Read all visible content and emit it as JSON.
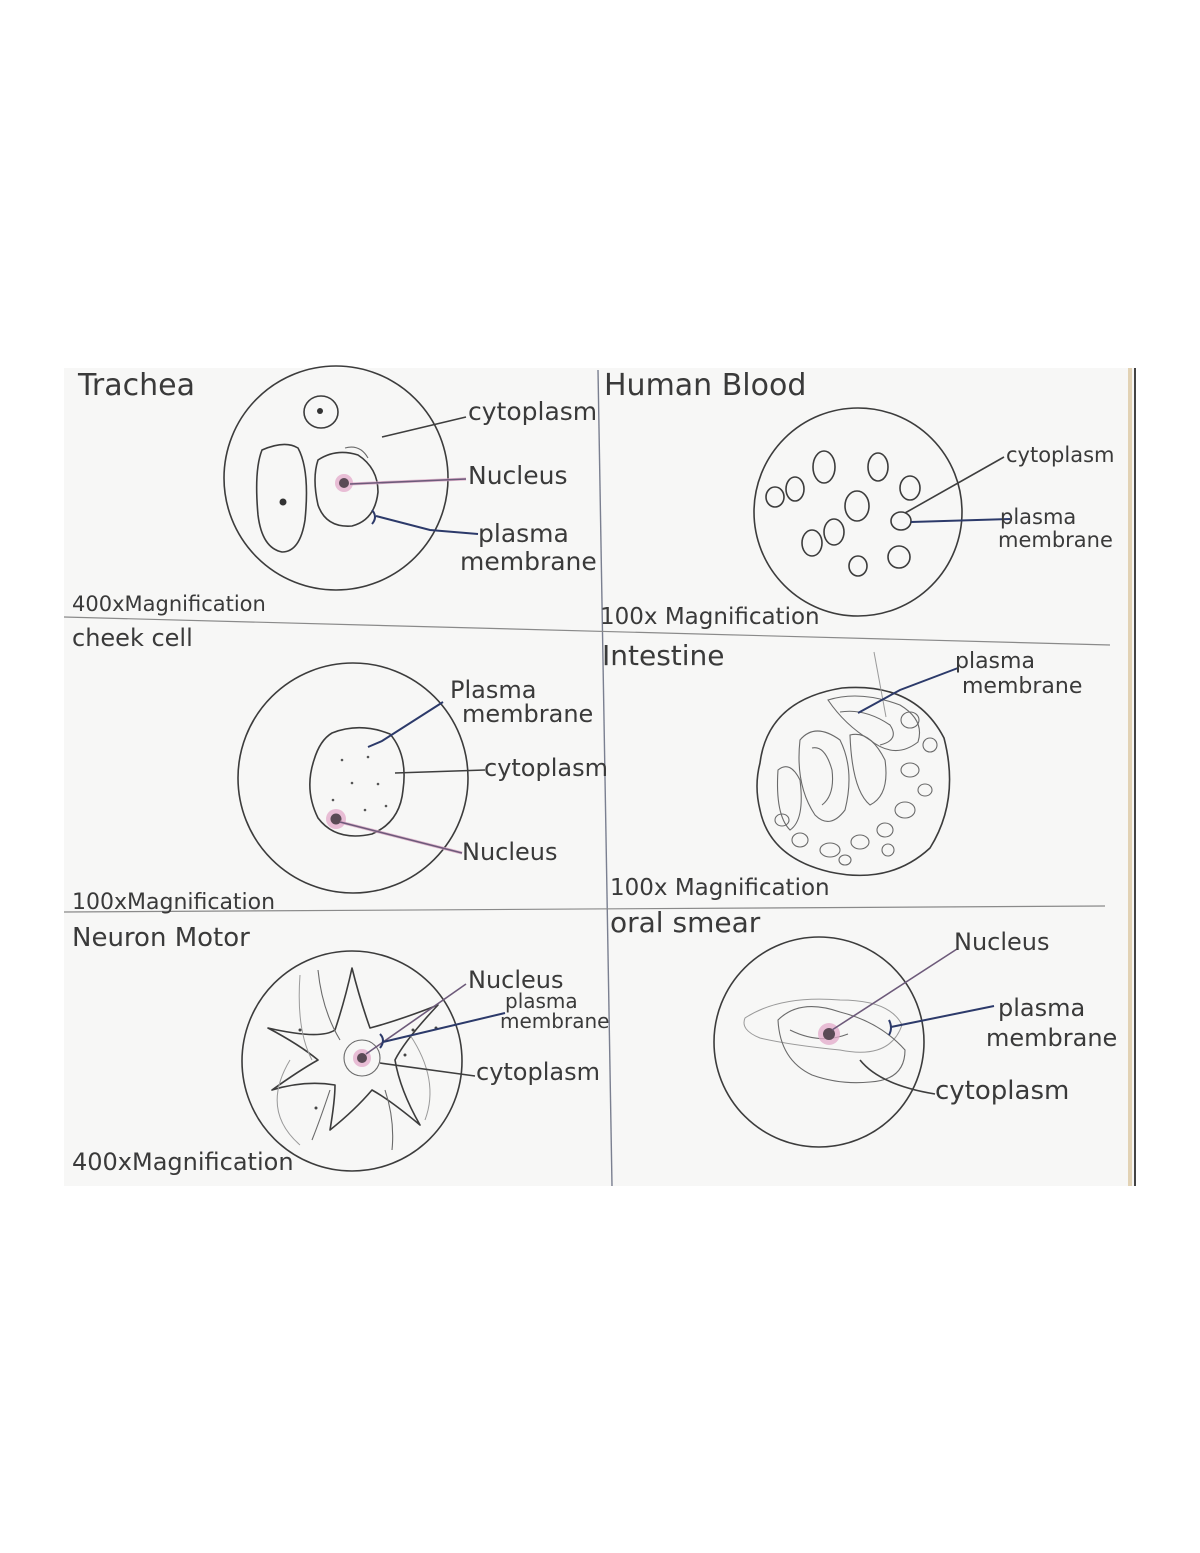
{
  "panels": [
    {
      "id": "trachea",
      "title": "Trachea",
      "magnification": "400xMagnification",
      "labels": {
        "cytoplasm": "cytoplasm",
        "nucleus": "Nucleus",
        "membrane_1": "plasma",
        "membrane_2": "membrane"
      }
    },
    {
      "id": "human-blood",
      "title": "Human Blood",
      "magnification": "100x Magnification",
      "labels": {
        "cytoplasm": "cytoplasm",
        "membrane_1": "plasma",
        "membrane_2": "membrane"
      }
    },
    {
      "id": "cheek-cell",
      "title": "cheek cell",
      "magnification": "100xMagnification",
      "labels": {
        "membrane_1": "Plasma",
        "membrane_2": "membrane",
        "cytoplasm": "cytoplasm",
        "nucleus": "Nucleus"
      }
    },
    {
      "id": "intestine",
      "title": "Intestine",
      "magnification": "100x Magnification",
      "labels": {
        "membrane_1": "plasma",
        "membrane_2": "membrane"
      }
    },
    {
      "id": "neuron-motor",
      "title": "Neuron Motor",
      "magnification": "400xMagnification",
      "labels": {
        "nucleus": "Nucleus",
        "membrane_1": "plasma",
        "membrane_2": "membrane",
        "cytoplasm": "cytoplasm"
      }
    },
    {
      "id": "oral-smear",
      "title": "oral smear",
      "labels": {
        "nucleus": "Nucleus",
        "membrane_1": "plasma",
        "membrane_2": "membrane",
        "cytoplasm": "cytoplasm"
      }
    }
  ]
}
